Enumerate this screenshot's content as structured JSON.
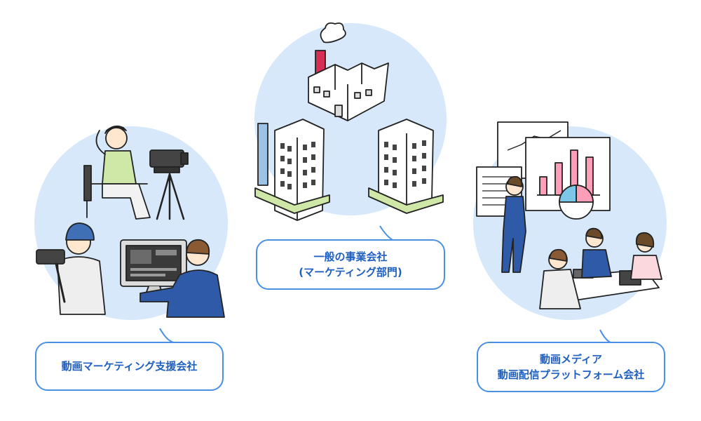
{
  "colors": {
    "circle_fill": "#d6e8fa",
    "accent": "#4a90e2",
    "label_text": "#1f5fbf",
    "chimney": "#d62e55",
    "chart_bar": "#ff9eb8",
    "pie_blue": "#7cc6e8",
    "suit_blue": "#2f5aa8"
  },
  "groups": [
    {
      "id": "video-marketing-support",
      "illustration": "video-production-scene",
      "label_lines": [
        "動画マーケティング支援会社"
      ]
    },
    {
      "id": "general-company",
      "illustration": "factory-and-office-buildings",
      "label_lines": [
        "一般の事業会社",
        "(マーケティング部門)"
      ]
    },
    {
      "id": "video-media",
      "illustration": "business-meeting-with-charts",
      "label_lines": [
        "動画メディア",
        "動画配信プラットフォーム会社"
      ]
    }
  ]
}
